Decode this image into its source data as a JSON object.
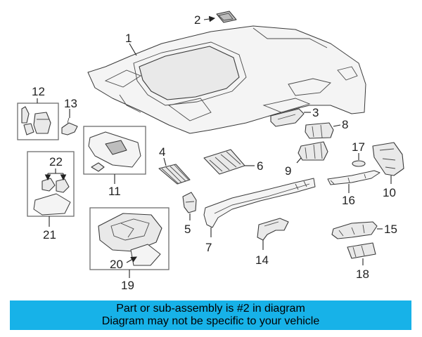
{
  "banner": {
    "line1": "Part or sub-assembly is #2 in diagram",
    "line2": "Diagram may not be specific to your vehicle",
    "color": "#17b2e8"
  },
  "callouts": {
    "c1": "1",
    "c2": "2",
    "c3": "3",
    "c4": "4",
    "c5": "5",
    "c6": "6",
    "c7": "7",
    "c8": "8",
    "c9": "9",
    "c10": "10",
    "c11": "11",
    "c12": "12",
    "c13": "13",
    "c14": "14",
    "c15": "15",
    "c16": "16",
    "c17": "17",
    "c18": "18",
    "c19": "19",
    "c20": "20",
    "c21": "21",
    "c22": "22"
  }
}
